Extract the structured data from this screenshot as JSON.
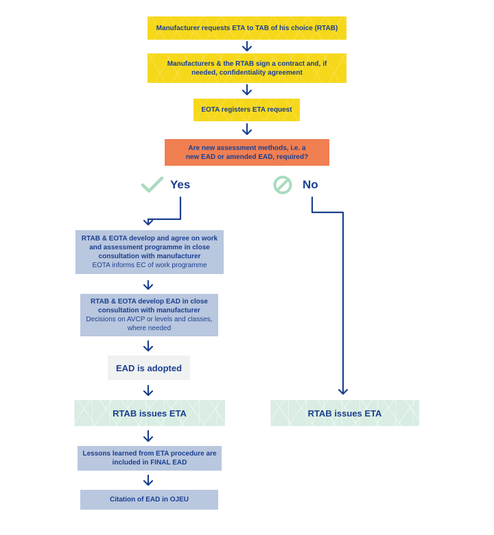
{
  "steps": {
    "request": "Manufacturer requests ETA to TAB of his choice (RTAB)",
    "contract": "Manufacturers & the RTAB sign a contract and, if needed, confidentiality agreement",
    "register": "EOTA registers ETA request",
    "question": "Are new assessment methods, i.e. a new EAD or amended EAD, required?"
  },
  "yes_branch": {
    "label": "Yes",
    "work_programme": {
      "main": "RTAB & EOTA develop and agree on work and assessment programme in close consultation with manufacturer",
      "sub": "EOTA informs EC of work programme"
    },
    "develop_ead": {
      "main": "RTAB & EOTA develop EAD in close consultation with manufacturer",
      "sub": "Decisions on AVCP or levels and classes, where needed"
    },
    "adopted": "EAD is adopted",
    "issues": "RTAB issues ETA",
    "lessons": "Lessons learned from ETA procedure are included in FINAL EAD",
    "citation": "Citation of EAD in OJEU"
  },
  "no_branch": {
    "label": "No",
    "issues": "RTAB issues ETA"
  },
  "colors": {
    "navy": "#1b3f8f",
    "yellow": "#f6d81b",
    "orange": "#f07f52",
    "blue_box": "#b9c7df",
    "green_box": "#d9ede2",
    "grey_box": "#f0f2f2",
    "icon_green": "#a8dbbf"
  },
  "icons": {
    "yes": "check-icon",
    "no": "prohibited-icon"
  }
}
